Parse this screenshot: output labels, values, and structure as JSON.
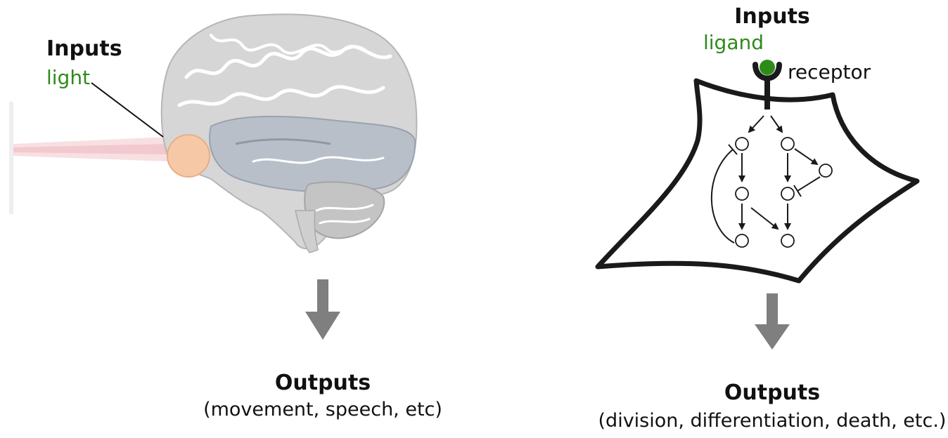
{
  "brain_panel": {
    "inputs_heading": "Inputs",
    "input_item": "light",
    "outputs_heading": "Outputs",
    "outputs_detail": "(movement, speech, etc)"
  },
  "cell_panel": {
    "inputs_heading": "Inputs",
    "input_item": "ligand",
    "receptor_label": "receptor",
    "outputs_heading": "Outputs",
    "outputs_detail": "(division, differentiation, death, etc.)"
  },
  "colors": {
    "input_green": "#2f8a1c",
    "arrow_gray": "#7f7f7f",
    "cell_outline": "#1a1a1a",
    "ligand_dot": "#2e8b1a"
  }
}
